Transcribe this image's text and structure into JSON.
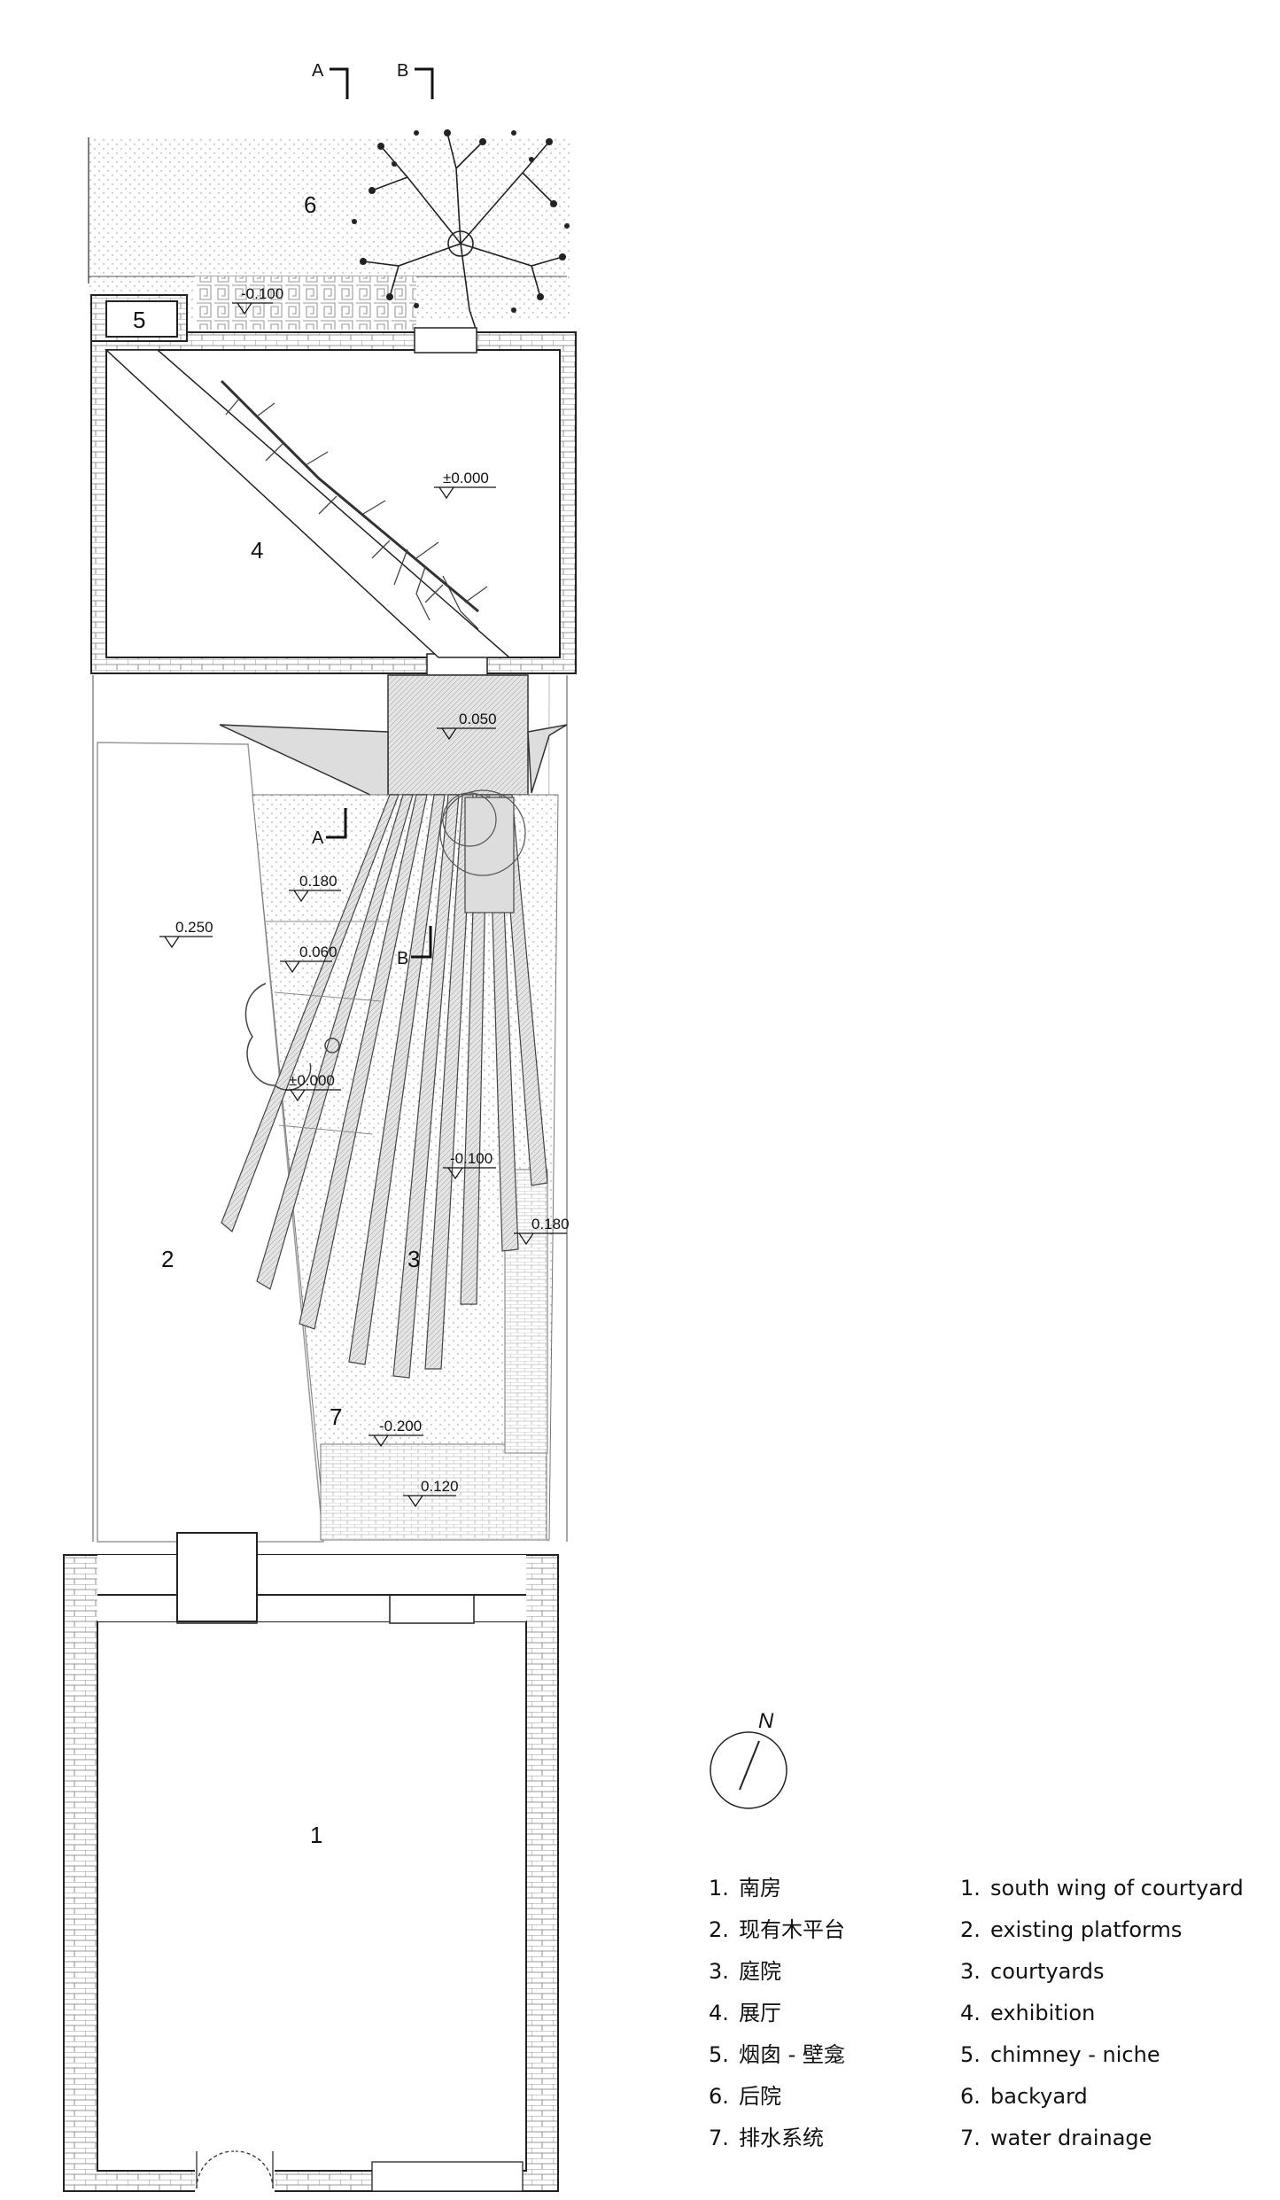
{
  "section_markers": [
    {
      "label": "A"
    },
    {
      "label": "B"
    },
    {
      "label": "A"
    },
    {
      "label": "B"
    }
  ],
  "rooms": {
    "r1": "1",
    "r2": "2",
    "r3": "3",
    "r4": "4",
    "r5": "5",
    "r6": "6",
    "r7": "7"
  },
  "levels": {
    "backyard": "-0.100",
    "exhibition": "±0.000",
    "bridge": "0.050",
    "platform_left": "0.250",
    "court_a": "0.180",
    "court_b": "0.060",
    "court_c": "±0.000",
    "court_d": "-0.100",
    "court_e": "0.180",
    "court_f": "-0.200",
    "court_g": "0.120"
  },
  "north_label": "N",
  "legend_cn": [
    {
      "num": "1.",
      "text": "南房"
    },
    {
      "num": "2.",
      "text": "现有木平台"
    },
    {
      "num": "3.",
      "text": "庭院"
    },
    {
      "num": "4.",
      "text": "展厅"
    },
    {
      "num": "5.",
      "text": "烟囱 - 壁龛"
    },
    {
      "num": "6.",
      "text": "后院"
    },
    {
      "num": "7.",
      "text": "排水系统"
    }
  ],
  "legend_en": [
    {
      "num": "1.",
      "text": "south wing of courtyard"
    },
    {
      "num": "2.",
      "text": "existing platforms"
    },
    {
      "num": "3.",
      "text": "courtyards"
    },
    {
      "num": "4.",
      "text": "exhibition"
    },
    {
      "num": "5.",
      "text": "chimney - niche"
    },
    {
      "num": "6.",
      "text": "backyard"
    },
    {
      "num": "7.",
      "text": "water drainage"
    }
  ]
}
